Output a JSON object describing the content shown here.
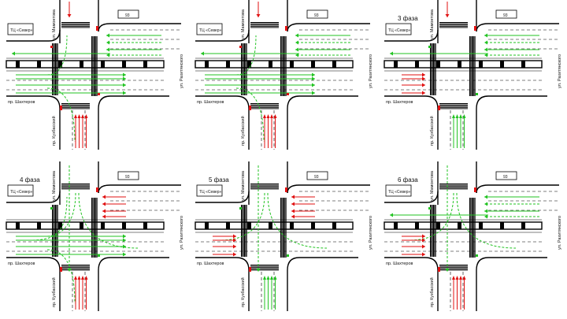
{
  "labels": {
    "mall": "ТЦ «Север»",
    "street_north": "ул. Мамонтова",
    "street_east": "ул. Рахитянского",
    "street_west": "пр. Шахтеров",
    "street_south": "пр. Кузбасский",
    "building_no": "93"
  },
  "phases": [
    {
      "title": "",
      "active": [
        "W",
        "E"
      ]
    },
    {
      "title": "",
      "active": [
        "W",
        "E"
      ]
    },
    {
      "title": "3 фаза",
      "active": [
        "E",
        "S"
      ]
    },
    {
      "title": "4 фаза",
      "active": [
        "W",
        "N"
      ]
    },
    {
      "title": "5 фаза",
      "active": [
        "N",
        "S"
      ]
    },
    {
      "title": "6 фаза",
      "active": [
        "N",
        "E"
      ]
    }
  ],
  "colors": {
    "green": "#22c322",
    "red": "#e01010",
    "road": "#000000",
    "ped_green": "#22c322"
  }
}
